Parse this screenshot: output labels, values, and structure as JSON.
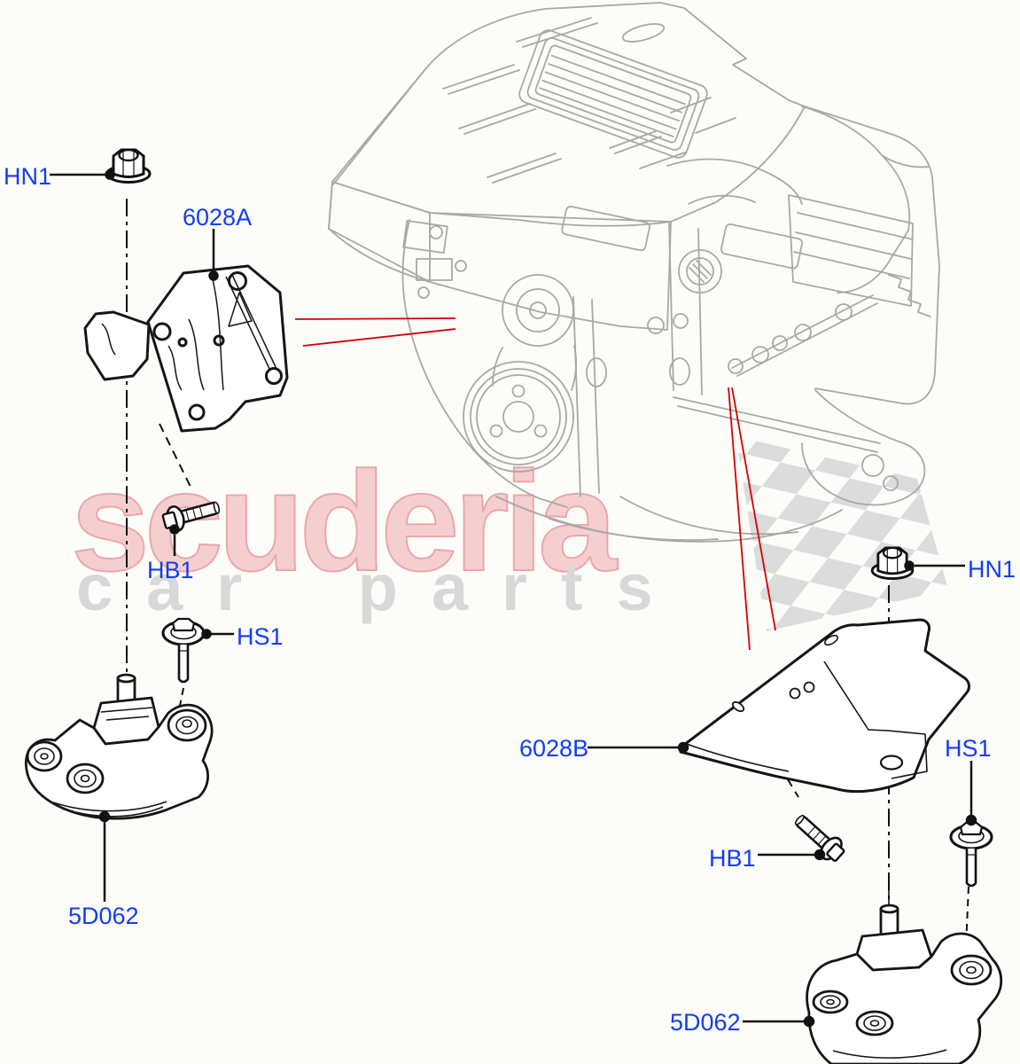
{
  "diagram": {
    "watermark": {
      "brand": "scuderia",
      "subtitle": "car parts"
    },
    "labels": [
      {
        "id": "hn1-left",
        "text": "HN1"
      },
      {
        "id": "6028a",
        "text": "6028A"
      },
      {
        "id": "hb1-left",
        "text": "HB1"
      },
      {
        "id": "hs1-left",
        "text": "HS1"
      },
      {
        "id": "5d062-left",
        "text": "5D062"
      },
      {
        "id": "6028b",
        "text": "6028B"
      },
      {
        "id": "hb1-right",
        "text": "HB1"
      },
      {
        "id": "hs1-right",
        "text": "HS1"
      },
      {
        "id": "hn1-right",
        "text": "HN1"
      },
      {
        "id": "5d062-right",
        "text": "5D062"
      }
    ],
    "colors": {
      "label_blue": "#143cf5",
      "leader_black": "#111111",
      "callout_red": "#d40000",
      "engine_gray": "#a8a8a8",
      "watermark_pink": "#f5cfcf",
      "watermark_pink_edge": "#eaa7a7",
      "watermark_gray": "#d8d8d8",
      "flag_gray": "#dcdcdc",
      "background": "#fcfcf9"
    }
  }
}
